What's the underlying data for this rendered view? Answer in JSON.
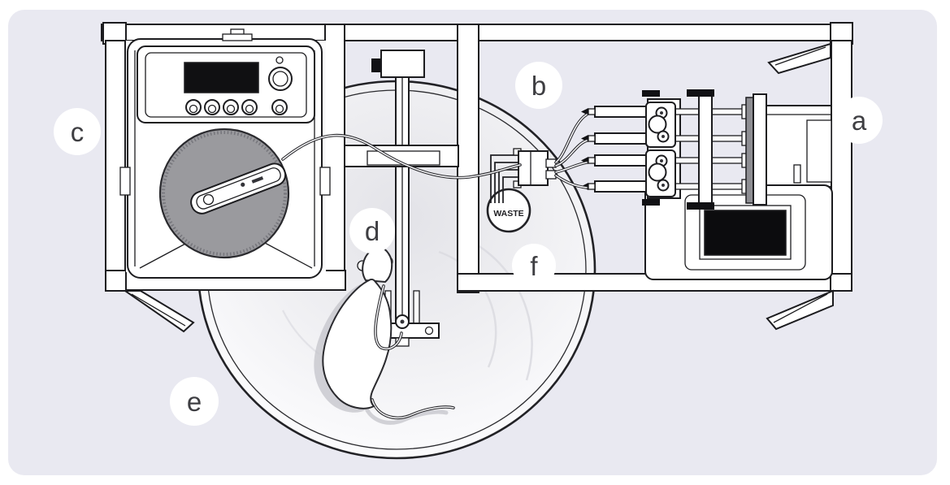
{
  "figure": {
    "alt": "Line-art top view of a tethered-animal sampling workstation on a two-bay table frame with round animal bowl"
  },
  "labels": [
    {
      "id": "a",
      "points_to": "syringe-pump"
    },
    {
      "id": "b",
      "points_to": "stream-selector-valve"
    },
    {
      "id": "c",
      "points_to": "refrigerated-fraction-collector"
    },
    {
      "id": "d",
      "points_to": "swivel-tether"
    },
    {
      "id": "e",
      "points_to": "animal-bowl"
    },
    {
      "id": "f",
      "points_to": "table-frame"
    }
  ],
  "waste_reservoir": {
    "label": "WASTE"
  },
  "colors": {
    "canvas": "#e9e9f1",
    "carousel_disc": "#9a9a9e",
    "panel_screen": "#101012",
    "pump_screen": "#0c0c0e",
    "outline": "#1c1c1f",
    "label_text": "#3e3e42"
  }
}
